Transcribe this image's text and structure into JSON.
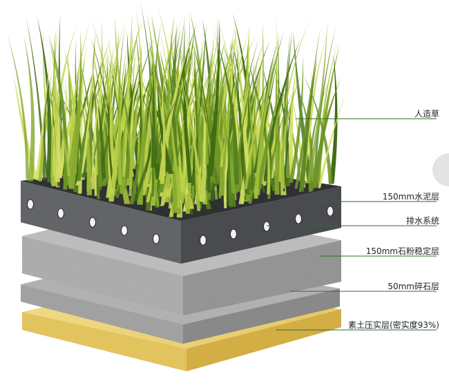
{
  "diagram": {
    "layers": [
      {
        "id": "turf",
        "label": "人造草"
      },
      {
        "id": "cement",
        "label": "150mm水泥层"
      },
      {
        "id": "drainage",
        "label": "排水系统"
      },
      {
        "id": "stone-powder",
        "label": "150mm石粉稳定层"
      },
      {
        "id": "gravel",
        "label": "50mm碎石层"
      },
      {
        "id": "soil",
        "label": "素土压实层(密实度93%)"
      }
    ]
  },
  "colors": {
    "leader_line": "#2e6b2a",
    "grass_dark": "#4f7d1c",
    "grass_light": "#c3d34a",
    "base_gray": "#5f6165",
    "base_side": "#45474a",
    "stabilized": "#b4b4b4",
    "gravel": "#a9a9a9",
    "soil": "#e8cd72"
  }
}
